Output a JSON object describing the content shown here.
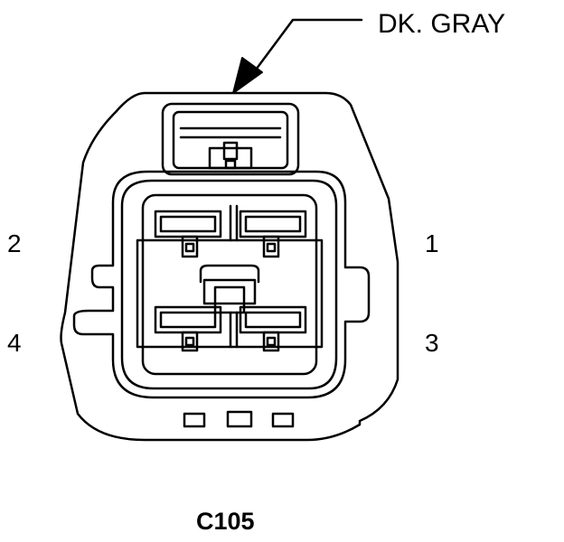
{
  "wire_color_label": "DK. GRAY",
  "pin_labels": {
    "pin_1": "1",
    "pin_2": "2",
    "pin_3": "3",
    "pin_4": "4"
  },
  "connector_id": "C105",
  "colors": {
    "line": "#000000",
    "background": "#ffffff"
  }
}
